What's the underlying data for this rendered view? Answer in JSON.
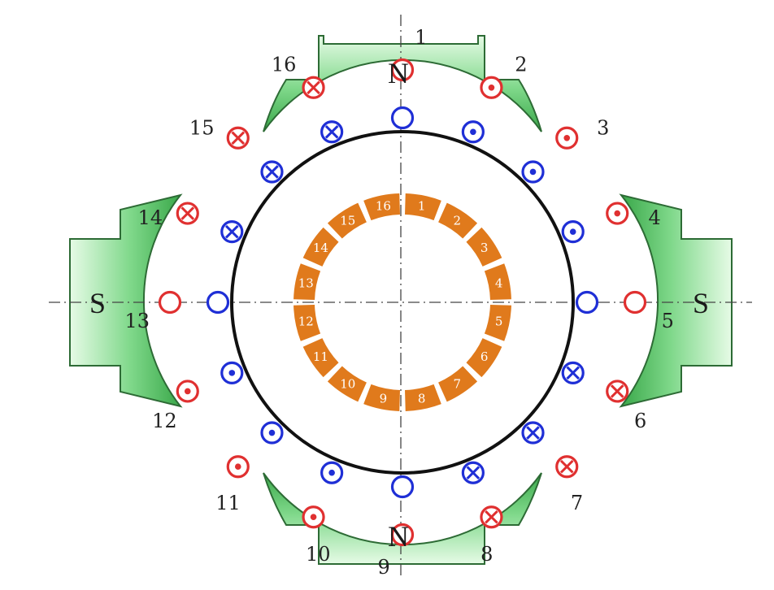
{
  "poles": [
    {
      "id": "top",
      "label": "N"
    },
    {
      "id": "bottom",
      "label": "N"
    },
    {
      "id": "left",
      "label": "S"
    },
    {
      "id": "right",
      "label": "S"
    }
  ],
  "conductors": [
    {
      "label": "1",
      "symbol": "empty"
    },
    {
      "label": "2",
      "symbol": "dot"
    },
    {
      "label": "3",
      "symbol": "dot"
    },
    {
      "label": "4",
      "symbol": "dot"
    },
    {
      "label": "5",
      "symbol": "empty"
    },
    {
      "label": "6",
      "symbol": "cross"
    },
    {
      "label": "7",
      "symbol": "cross"
    },
    {
      "label": "8",
      "symbol": "cross"
    },
    {
      "label": "9",
      "symbol": "empty"
    },
    {
      "label": "10",
      "symbol": "dot"
    },
    {
      "label": "11",
      "symbol": "dot"
    },
    {
      "label": "12",
      "symbol": "dot"
    },
    {
      "label": "13",
      "symbol": "empty"
    },
    {
      "label": "14",
      "symbol": "cross"
    },
    {
      "label": "15",
      "symbol": "cross"
    },
    {
      "label": "16",
      "symbol": "cross"
    }
  ],
  "commutator_segments": [
    "1",
    "2",
    "3",
    "4",
    "5",
    "6",
    "7",
    "8",
    "9",
    "10",
    "11",
    "12",
    "13",
    "14",
    "15",
    "16"
  ],
  "colors": {
    "outer_conductor": "#e03030",
    "inner_conductor": "#1f2fd6",
    "commutator": "#e07a1c",
    "pole_fill": "#5fc86a",
    "pole_light": "#d8f7d8",
    "pole_stroke": "#2d6b35",
    "armature": "#111111"
  }
}
